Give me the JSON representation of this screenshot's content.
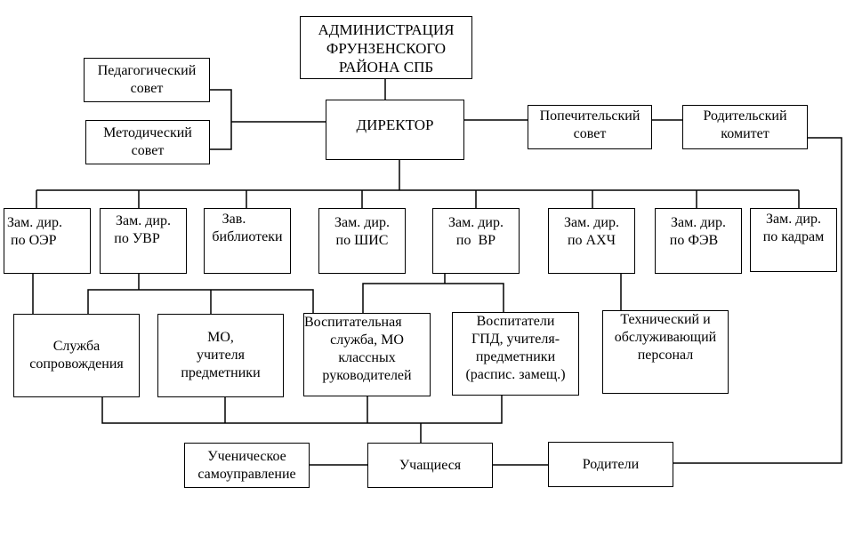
{
  "diagram": {
    "type": "organizational-chart",
    "nodes": {
      "administration": [
        "АДМИНИСТРАЦИЯ",
        "ФРУНЗЕНСКОГО",
        "РАЙОНА СПБ"
      ],
      "director": [
        "ДИРЕКТОР"
      ],
      "ped_council": [
        "Педагогический",
        "совет"
      ],
      "method_council": [
        "Методический",
        "совет"
      ],
      "trustee_council": [
        "Попечительский",
        "совет"
      ],
      "parent_committee": [
        "Родительский",
        "комитет"
      ],
      "dep_oer": [
        "Зам. дир.",
        "по ОЭР"
      ],
      "dep_uvr": [
        "Зам. дир.",
        "по УВР"
      ],
      "library": [
        "Зав.",
        "библиотеки"
      ],
      "dep_shis": [
        "Зам. дир.",
        "по ШИС"
      ],
      "dep_vr": [
        "Зам. дир.",
        "по  ВР"
      ],
      "dep_ahch": [
        "Зам. дир.",
        "по АХЧ"
      ],
      "dep_fev": [
        "Зам. дир.",
        "по ФЭВ"
      ],
      "dep_hr": [
        "Зам. дир.",
        "по кадрам"
      ],
      "support_service": [
        "Служба",
        "сопровождения"
      ],
      "mo_teachers": [
        "МО,",
        "учителя",
        "предметники"
      ],
      "edu_service": [
        "Воспитательная",
        "служба, МО",
        "классных",
        "руководителей"
      ],
      "gpd_teachers": [
        "Воспитатели",
        "ГПД, учителя-",
        "предметники",
        "(распис. замещ.)"
      ],
      "tech_staff": [
        "Технический и",
        "обслуживающий",
        "персонал"
      ],
      "student_gov": [
        "Ученическое",
        "самоуправление"
      ],
      "students": [
        "Учащиеся"
      ],
      "parents": [
        "Родители"
      ]
    },
    "edges": [
      [
        "administration",
        "director"
      ],
      [
        "ped_council",
        "director"
      ],
      [
        "method_council",
        "director"
      ],
      [
        "director",
        "trustee_council"
      ],
      [
        "trustee_council",
        "parent_committee"
      ],
      [
        "director",
        "dep_oer"
      ],
      [
        "director",
        "dep_uvr"
      ],
      [
        "director",
        "library"
      ],
      [
        "director",
        "dep_shis"
      ],
      [
        "director",
        "dep_vr"
      ],
      [
        "director",
        "dep_ahch"
      ],
      [
        "director",
        "dep_fev"
      ],
      [
        "director",
        "dep_hr"
      ],
      [
        "dep_oer",
        "support_service"
      ],
      [
        "dep_uvr",
        "support_service"
      ],
      [
        "dep_uvr",
        "mo_teachers"
      ],
      [
        "dep_uvr",
        "edu_service"
      ],
      [
        "dep_vr",
        "edu_service"
      ],
      [
        "dep_vr",
        "gpd_teachers"
      ],
      [
        "dep_ahch",
        "tech_staff"
      ],
      [
        "support_service",
        "students"
      ],
      [
        "mo_teachers",
        "students"
      ],
      [
        "edu_service",
        "students"
      ],
      [
        "gpd_teachers",
        "students"
      ],
      [
        "student_gov",
        "students"
      ],
      [
        "students",
        "parents"
      ],
      [
        "parent_committee",
        "parents"
      ]
    ]
  }
}
